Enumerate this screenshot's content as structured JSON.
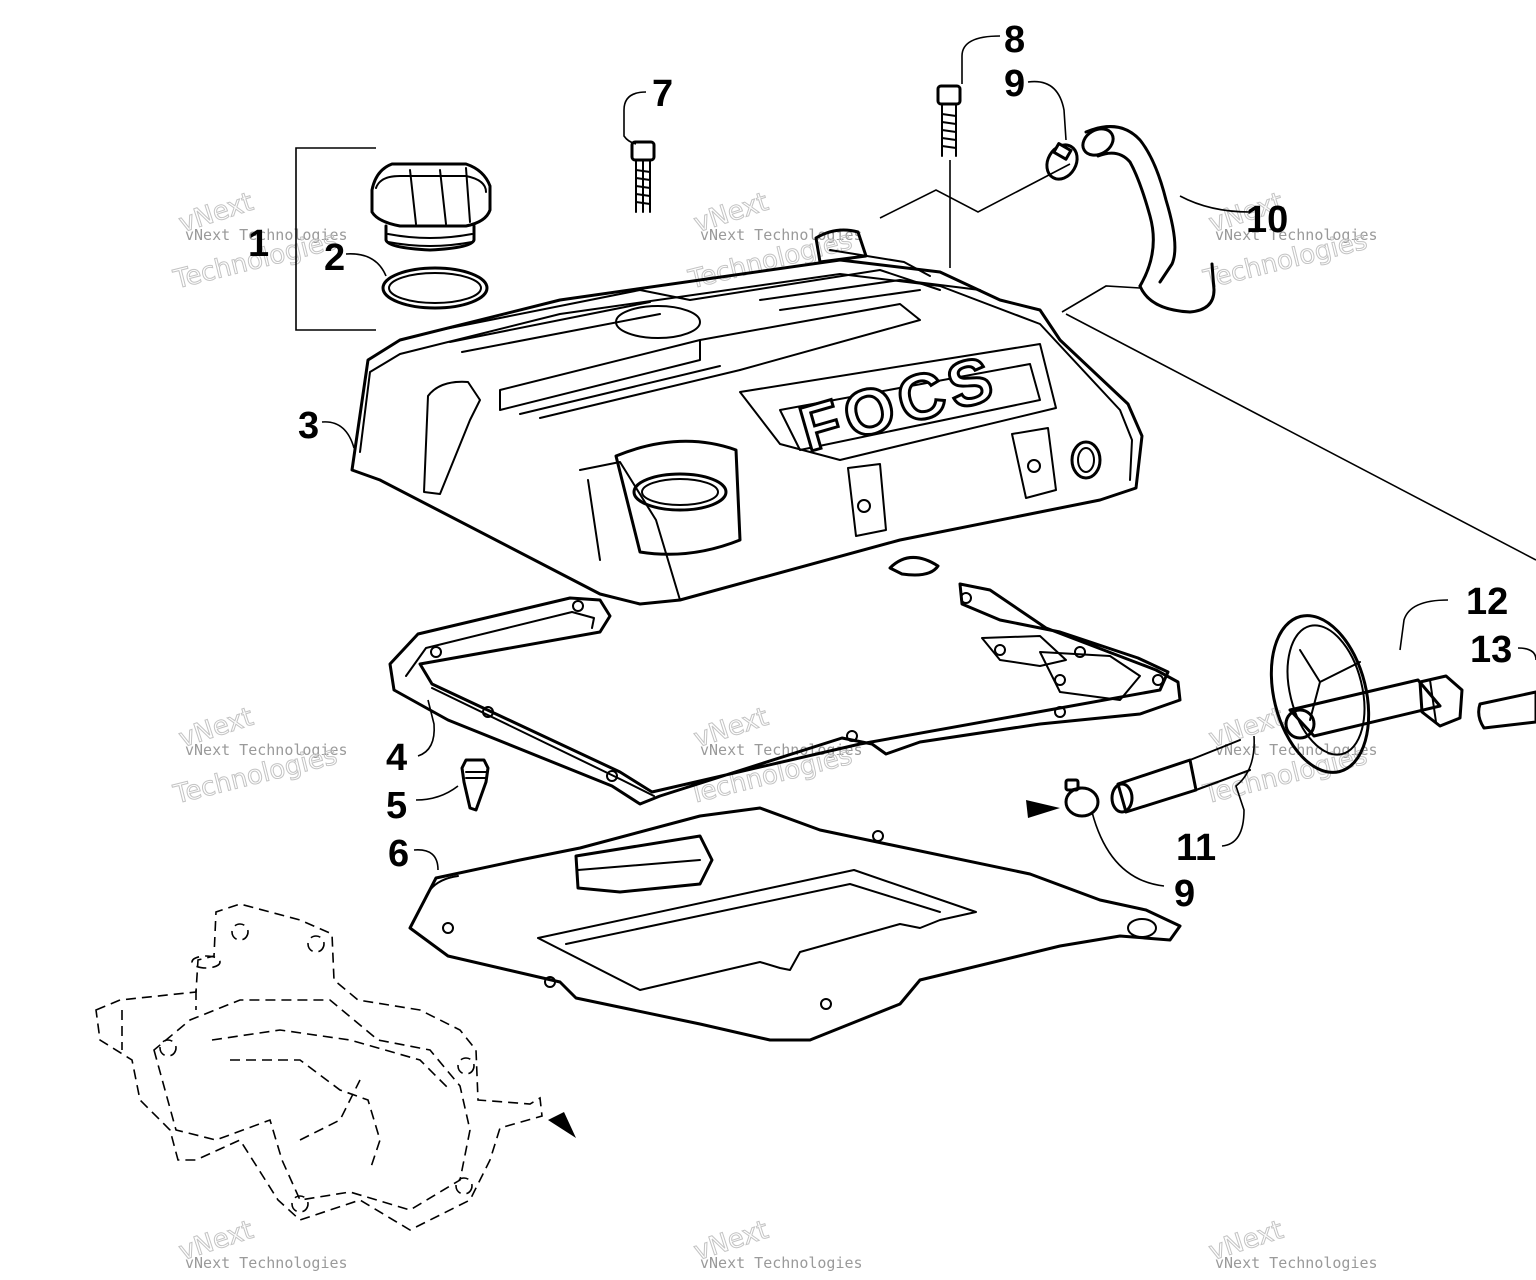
{
  "diagram": {
    "callouts": [
      {
        "id": "1",
        "label": "1"
      },
      {
        "id": "2",
        "label": "2"
      },
      {
        "id": "3",
        "label": "3"
      },
      {
        "id": "4",
        "label": "4"
      },
      {
        "id": "5",
        "label": "5"
      },
      {
        "id": "6",
        "label": "6"
      },
      {
        "id": "7",
        "label": "7"
      },
      {
        "id": "8",
        "label": "8"
      },
      {
        "id": "9a",
        "label": "9"
      },
      {
        "id": "9b",
        "label": "9"
      },
      {
        "id": "10",
        "label": "10"
      },
      {
        "id": "11",
        "label": "11"
      },
      {
        "id": "12",
        "label": "12"
      },
      {
        "id": "13",
        "label": "13"
      }
    ],
    "cover_emblem": "FOCS",
    "watermark": {
      "brand": "vNext Technologies",
      "word1": "vNext",
      "word2": "Technologies"
    }
  }
}
